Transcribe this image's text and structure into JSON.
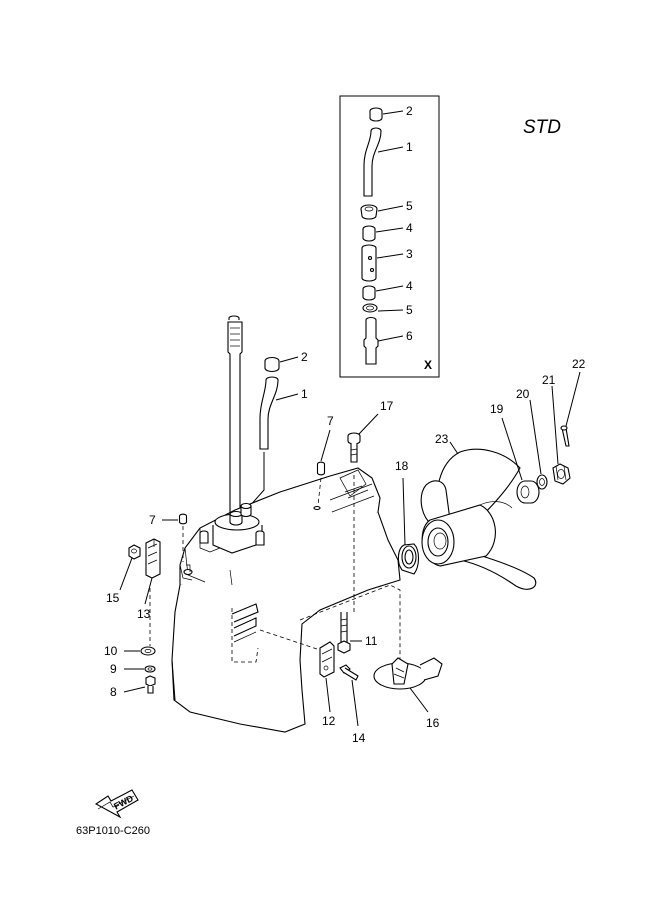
{
  "labels": {
    "std": "STD",
    "diagram_code": "63P1010-C260",
    "inset_marker": "X",
    "fwd_arrow": "FWD"
  },
  "callouts": {
    "inset_2": "2",
    "inset_1": "1",
    "inset_5a": "5",
    "inset_4a": "4",
    "inset_3": "3",
    "inset_4b": "4",
    "inset_5b": "5",
    "inset_6": "6",
    "p2": "2",
    "p1": "1",
    "p7a": "7",
    "p17": "17",
    "p7b": "7",
    "p18": "18",
    "p19": "19",
    "p20": "20",
    "p21": "21",
    "p22": "22",
    "p23": "23",
    "p15": "15",
    "p13": "13",
    "p10": "10",
    "p9": "9",
    "p8": "8",
    "p11": "11",
    "p12": "12",
    "p14": "14",
    "p16": "16"
  }
}
